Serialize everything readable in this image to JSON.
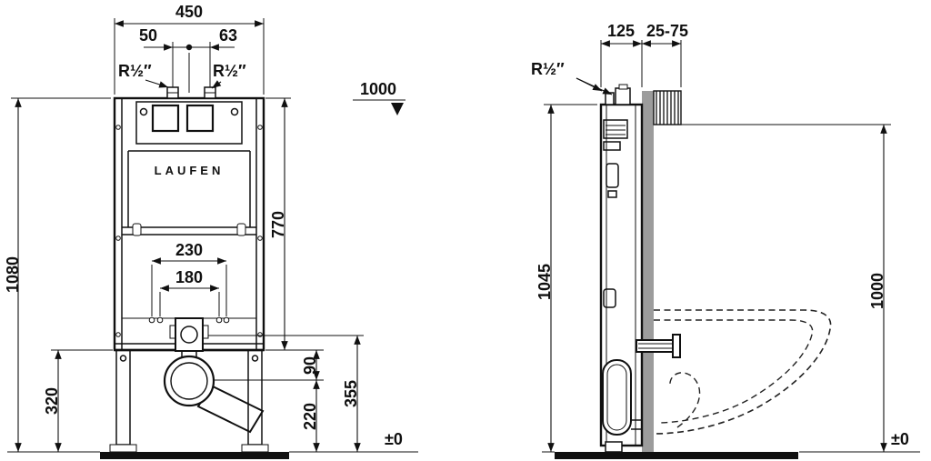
{
  "front": {
    "brand": "LAUFEN",
    "width": "450",
    "offset_left": "50",
    "offset_right": "63",
    "conn_left": "R½″",
    "conn_right": "R½″",
    "actuator_height": "1000",
    "total_height": "1080",
    "body_height": "770",
    "fixing_span_outer": "230",
    "fixing_span_inner": "180",
    "left_height": "320",
    "gap_height": "90",
    "outlet_axis_height": "220",
    "inlet_axis_height": "355",
    "datum": "±0"
  },
  "side": {
    "depth": "125",
    "wall_thickness_range": "25-75",
    "conn": "R½″",
    "frame_height": "1045",
    "panel_height": "1000",
    "datum": "±0"
  }
}
